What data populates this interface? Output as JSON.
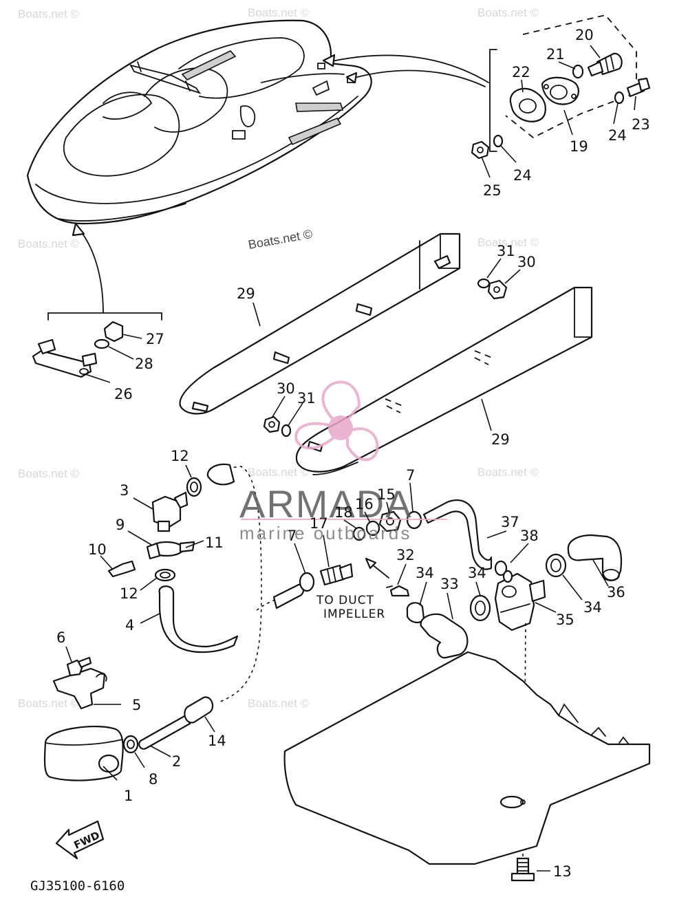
{
  "diagram": {
    "watermark_text": "Boats.net ©",
    "watermark_center_text": "Boats.net ©",
    "brand": {
      "name": "ARMADA",
      "tagline": "marine outboards",
      "logo_color": "#e8a8c8"
    },
    "callouts": [
      "1",
      "2",
      "3",
      "4",
      "5",
      "6",
      "7",
      "7",
      "8",
      "9",
      "10",
      "11",
      "12",
      "12",
      "13",
      "14",
      "15",
      "16",
      "17",
      "18",
      "19",
      "20",
      "21",
      "22",
      "23",
      "24",
      "24",
      "25",
      "26",
      "27",
      "28",
      "29",
      "29",
      "30",
      "30",
      "31",
      "31",
      "32",
      "33",
      "34",
      "34",
      "34",
      "35",
      "36",
      "37",
      "38"
    ],
    "note": {
      "line1": "TO DUCT",
      "line2": "IMPELLER"
    },
    "fwd_label": "FWD",
    "diagram_code": "GJ35100-6160"
  }
}
